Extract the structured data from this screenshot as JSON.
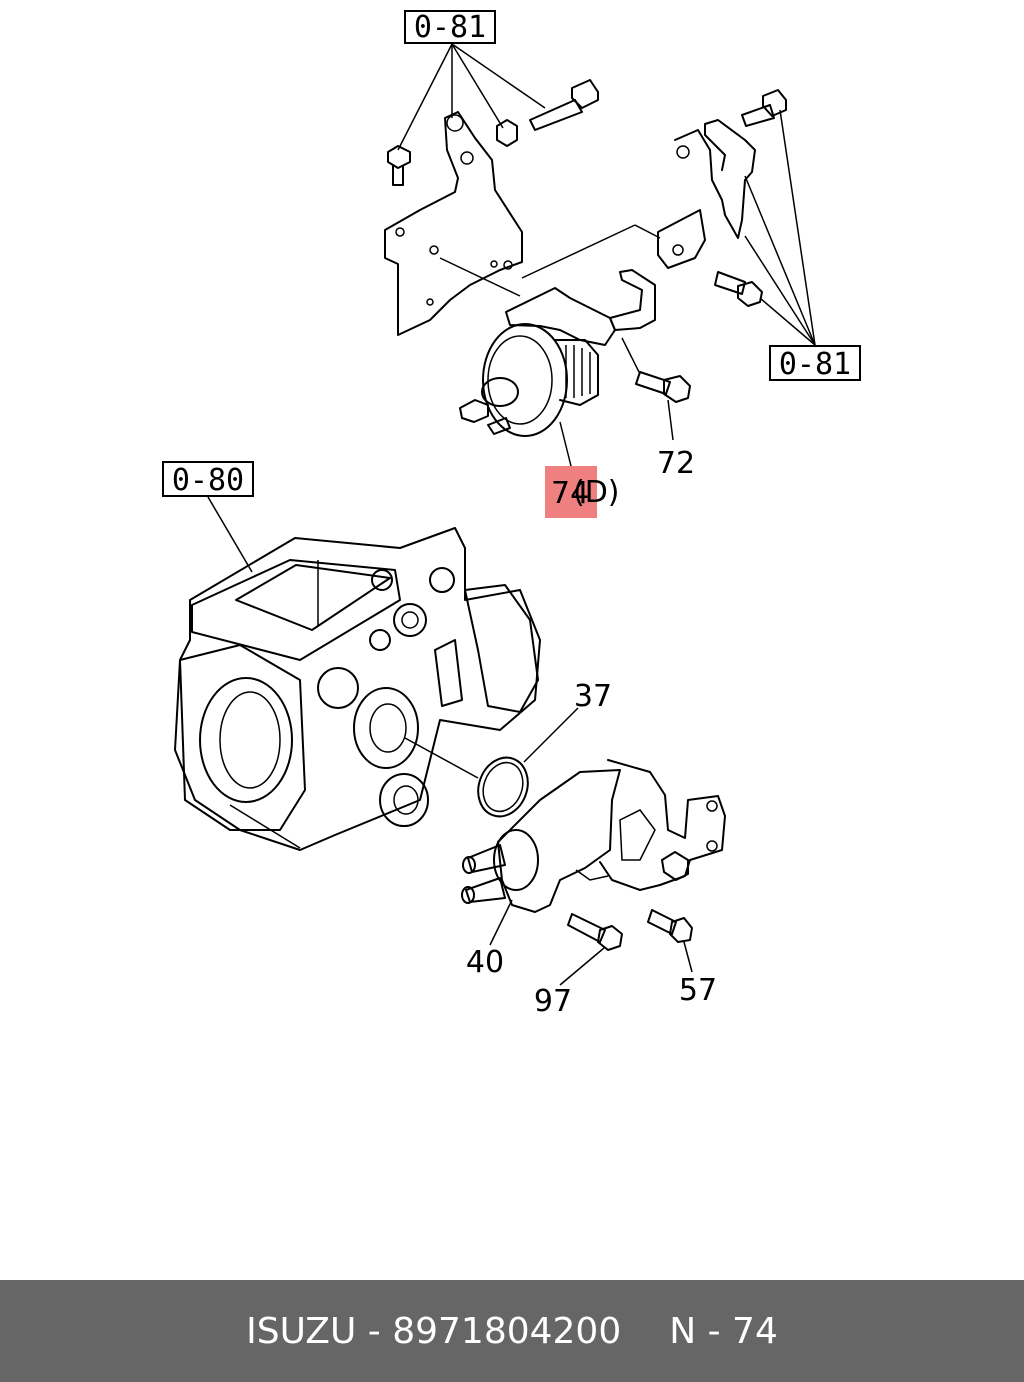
{
  "callouts": {
    "ref_top": "0-81",
    "ref_right": "0-81",
    "ref_left": "0-80",
    "part_72": "72",
    "part_74": "74",
    "part_74_suffix": "(D)",
    "part_37": "37",
    "part_40": "40",
    "part_97": "97",
    "part_57": "57"
  },
  "highlight_color": "#f08080",
  "footer": {
    "brand_part": "ISUZU - 8971804200",
    "page_ref": "N - 74"
  }
}
